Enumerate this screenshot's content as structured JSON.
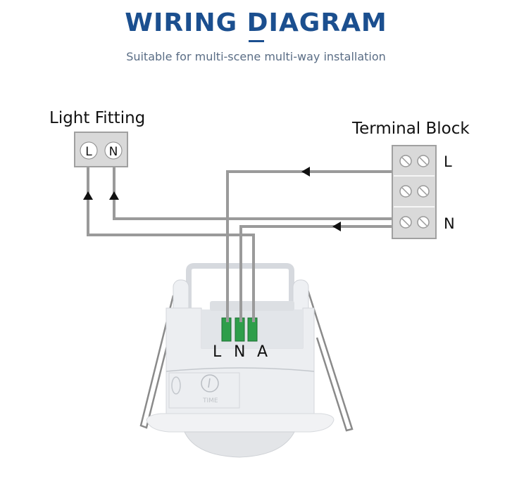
{
  "header": {
    "title": "WIRING DIAGRAM",
    "subtitle": "Suitable for multi-scene multi-way installation"
  },
  "light_fitting": {
    "label": "Light Fitting",
    "terminals": [
      "L",
      "N"
    ]
  },
  "terminal_block": {
    "label": "Terminal Block",
    "row_labels": [
      "L",
      "",
      "N"
    ]
  },
  "sensor": {
    "terminals": [
      "L",
      "N",
      "A"
    ],
    "dial_label": "TIME"
  },
  "colors": {
    "title": "#1b4f8f",
    "subtitle": "#5a6d85",
    "wire": "#9a9a9a",
    "terminal_box": "#d9d9d9",
    "connector_green": "#2e9e4a"
  }
}
